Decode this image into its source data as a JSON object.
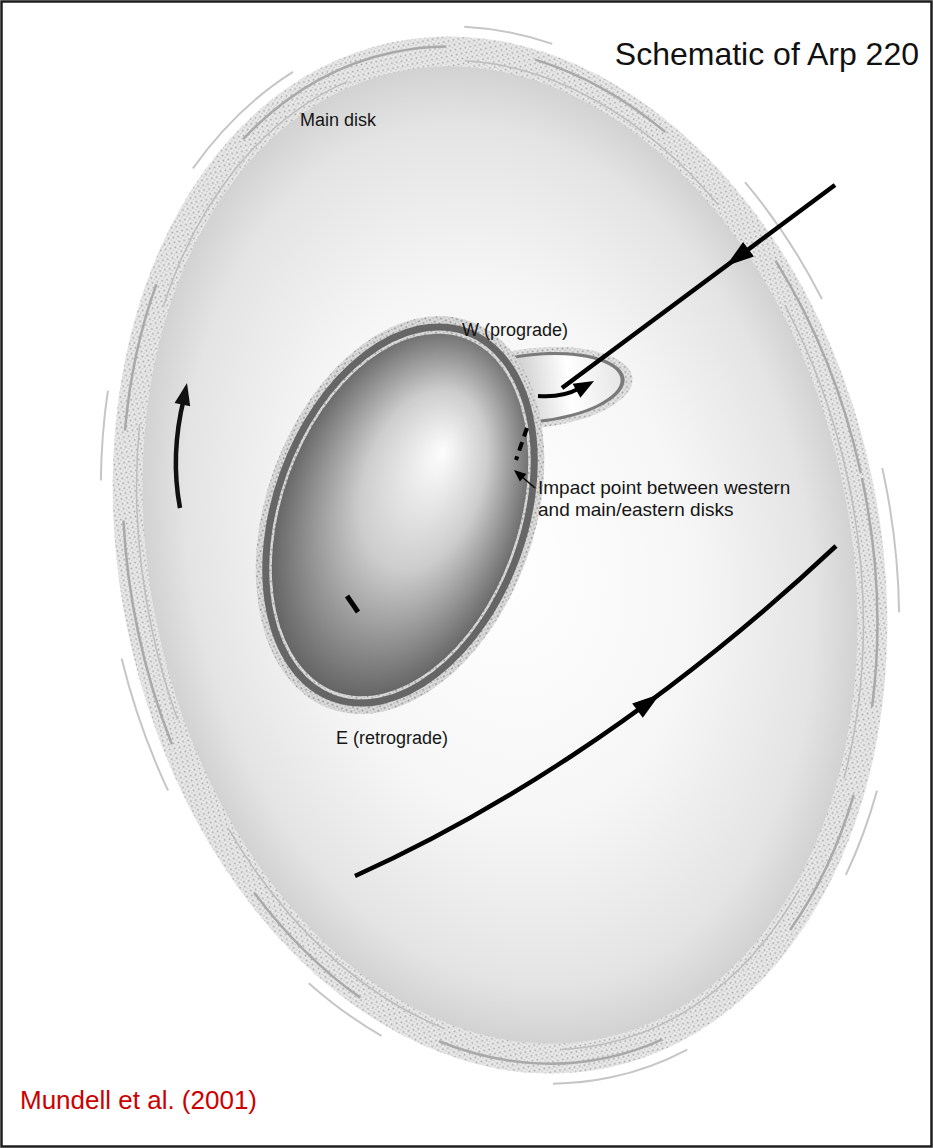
{
  "diagram": {
    "title": "Schematic of Arp 220",
    "caption": "Mundell et al. (2001)",
    "nodes": [
      {
        "text": [
          "Main disk"
        ]
      },
      {
        "text": [
          "W (prograde)"
        ],
        "in": 0
      },
      {
        "text": [
          "E (retrograde)"
        ],
        "in": 0
      }
    ],
    "labels": [
      "Impact point between western and main/eastern disks"
    ]
  }
}
